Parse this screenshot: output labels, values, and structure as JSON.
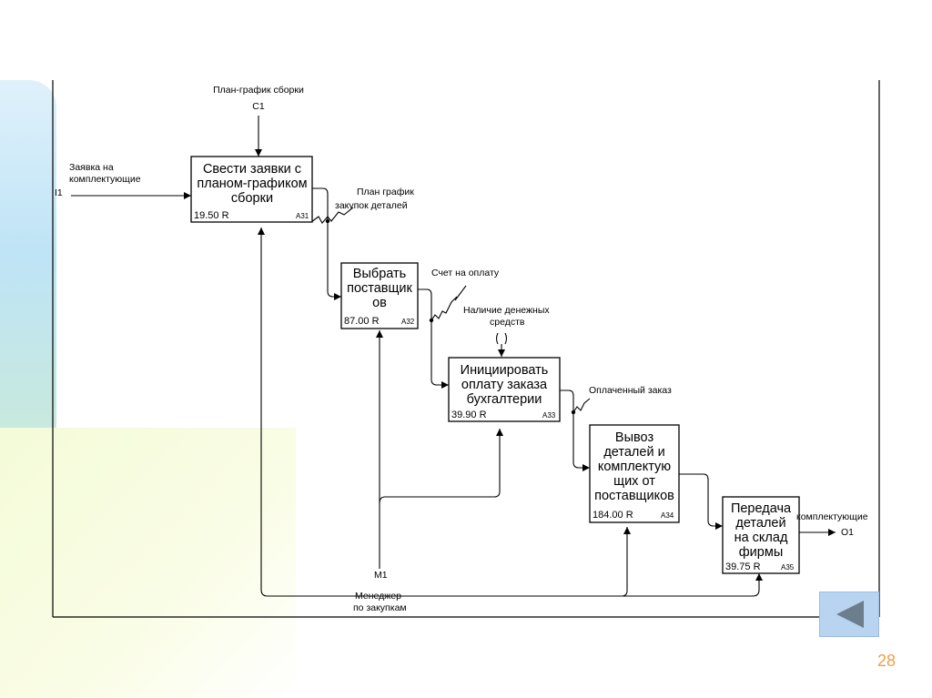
{
  "diagram": {
    "boxes": [
      {
        "title": [
          "Свести заявки с",
          "планом-графиком",
          "сборки"
        ],
        "cost": "19.50 R",
        "node": "A31"
      },
      {
        "title": [
          "Выбрать",
          "поставщик",
          "ов"
        ],
        "cost": "87.00 R",
        "node": "A32"
      },
      {
        "title": [
          "Инициировать",
          "оплату заказа",
          "бухгалтерии"
        ],
        "cost": "39.90 R",
        "node": "A33"
      },
      {
        "title": [
          "Вывоз",
          "деталей и",
          "комплектую",
          "щих от",
          "поставщиков"
        ],
        "cost": "184.00 R",
        "node": "A34"
      },
      {
        "title": [
          "Передача",
          "деталей",
          "на склад",
          "фирмы"
        ],
        "cost": "39.75 R",
        "node": "A35"
      }
    ],
    "labels": {
      "control": [
        "План-график сборки",
        "C1"
      ],
      "input": [
        "Заявка на",
        "комплектующие"
      ],
      "input_code": "I1",
      "plan_purchases": [
        "План график",
        "закупок деталей"
      ],
      "invoice": [
        "Счет на оплату"
      ],
      "funds": [
        "Наличие денежных",
        "средств"
      ],
      "paid_order": [
        "Оплаченный заказ"
      ],
      "output": "комплектующие",
      "output_code": "O1",
      "mechanism_code": "M1",
      "mechanism": [
        "Менеджер",
        "по закупкам"
      ]
    }
  },
  "nav": {
    "back_icon": "back-arrow-icon"
  },
  "page_number": "28"
}
